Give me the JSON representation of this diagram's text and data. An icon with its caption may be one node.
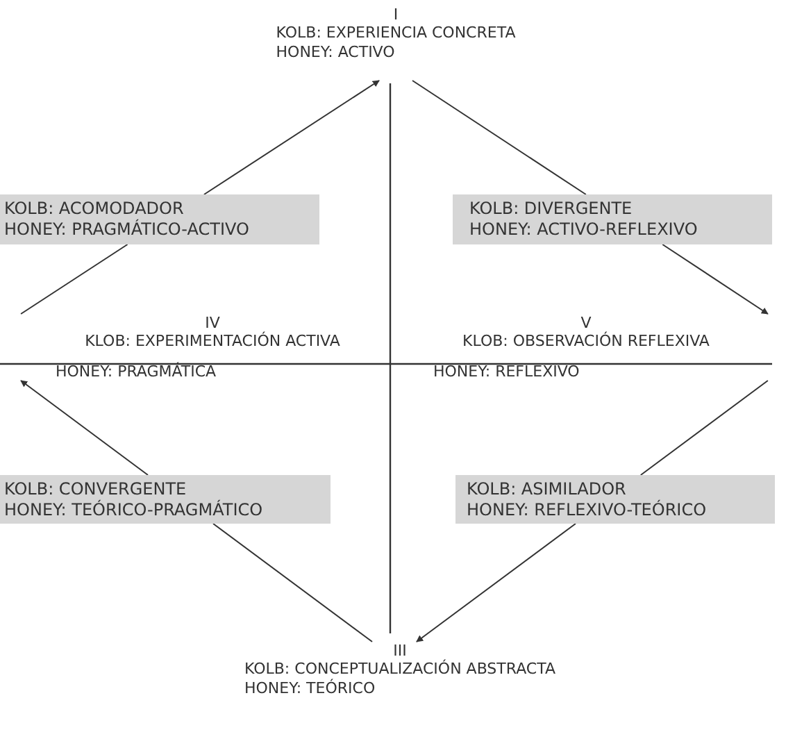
{
  "diagram": {
    "nodes": [
      {
        "text": [
          "I",
          "KOLB: EXPERIENCIA CONCRETA",
          "HONEY: ACTIVO"
        ]
      },
      {
        "text": [
          "KOLB: ACOMODADOR",
          "HONEY: PRAGMÁTICO-ACTIVO"
        ]
      },
      {
        "text": [
          "KOLB: DIVERGENTE",
          "HONEY: ACTIVO-REFLEXIVO"
        ]
      },
      {
        "text": [
          "IV",
          "KLOB: EXPERIMENTACIÓN ACTIVA",
          "HONEY: PRAGMÁTICA"
        ]
      },
      {
        "text": [
          "V",
          "KLOB: OBSERVACIÓN REFLEXIVA",
          "HONEY: REFLEXIVO"
        ]
      },
      {
        "text": [
          "KOLB: CONVERGENTE",
          "HONEY: TEÓRICO-PRAGMÁTICO"
        ]
      },
      {
        "text": [
          "KOLB: ASIMILADOR",
          "HONEY: REFLEXIVO-TEÓRICO"
        ]
      },
      {
        "text": [
          "III",
          "KOLB: CONCEPTUALIZACIÓN ABSTRACTA",
          "HONEY: TEÓRICO"
        ]
      }
    ],
    "edges": [
      {
        "from": 3,
        "to": 1,
        "arrow": "none"
      },
      {
        "from": 1,
        "to": 0,
        "arrow": "to"
      },
      {
        "from": 0,
        "to": 2,
        "arrow": "none"
      },
      {
        "from": 2,
        "to": 4,
        "arrow": "to"
      },
      {
        "from": 4,
        "to": 6,
        "arrow": "none"
      },
      {
        "from": 6,
        "to": 7,
        "arrow": "to"
      },
      {
        "from": 7,
        "to": 5,
        "arrow": "none"
      },
      {
        "from": 5,
        "to": 3,
        "arrow": "to"
      }
    ]
  }
}
